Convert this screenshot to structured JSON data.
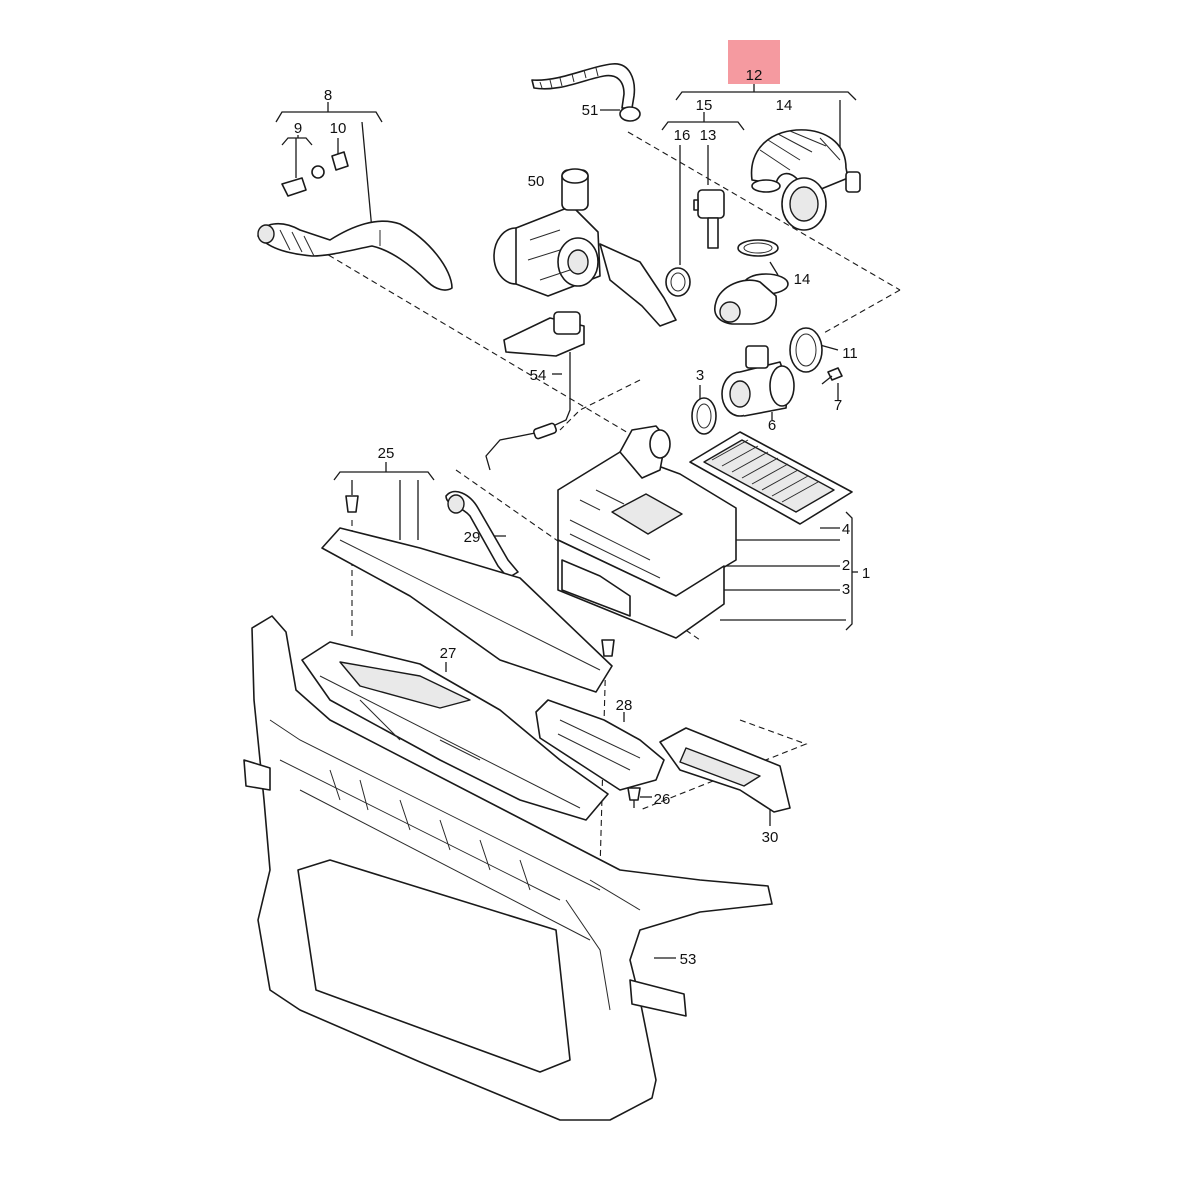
{
  "highlight_color": "#f59aa0",
  "highlighted_label": "12",
  "labels": {
    "l1": "1",
    "l2": "2",
    "l3": "3",
    "l4": "4",
    "l6": "6",
    "l7": "7",
    "l8": "8",
    "l9": "9",
    "l10": "10",
    "l11": "11",
    "l12": "12",
    "l13": "13",
    "l14a": "14",
    "l14b": "14",
    "l15": "15",
    "l16": "16",
    "l25": "25",
    "l26": "26",
    "l27": "27",
    "l28": "28",
    "l29": "29",
    "l30": "30",
    "l3b": "3",
    "l50": "50",
    "l51": "51",
    "l53": "53",
    "l54": "54"
  }
}
